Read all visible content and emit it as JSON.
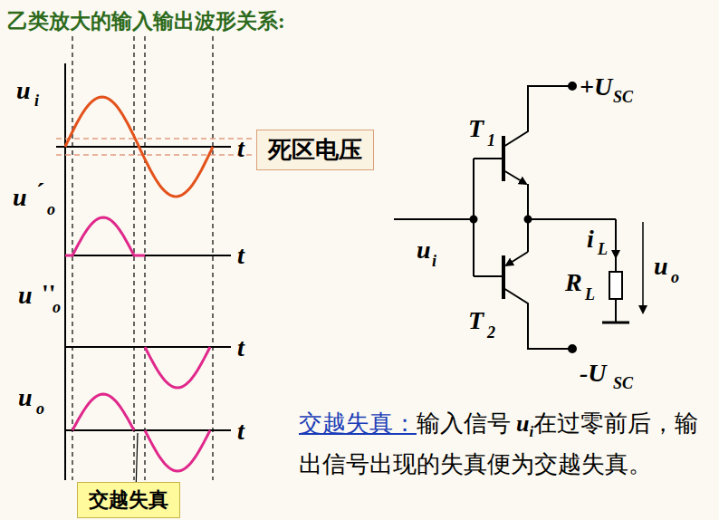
{
  "diagram": {
    "title": "乙类放大的输入输出波形关系:",
    "nodes": [
      {
        "text": [
          "死区电压"
        ]
      },
      {
        "text": [
          "交越失真"
        ]
      }
    ],
    "labels": [
      "u",
      "i",
      "t",
      "u",
      "´",
      "o",
      "t",
      "u",
      "''",
      "o",
      "t",
      "u",
      "o",
      "t",
      "+U",
      "SC",
      "T",
      "1",
      "u",
      "i",
      "i",
      "L",
      "u",
      "o",
      "R",
      "L",
      "T",
      "2",
      "-U",
      "SC",
      "交越失真：",
      "输入信号",
      "u",
      "i",
      "在过零前后，输出信号出现的失真便为交越失真。"
    ]
  }
}
